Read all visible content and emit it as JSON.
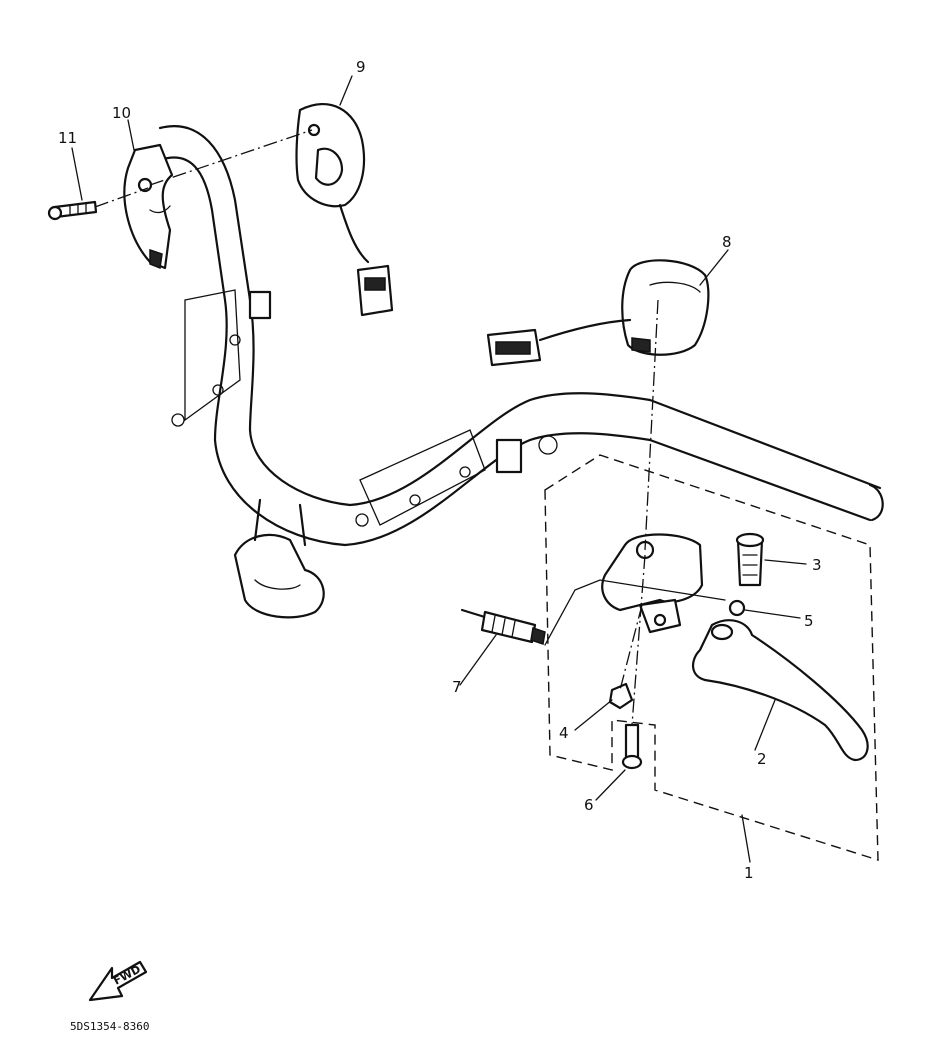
{
  "diagram": {
    "callouts": [
      {
        "id": "1",
        "label": "1"
      },
      {
        "id": "2",
        "label": "2"
      },
      {
        "id": "3",
        "label": "3"
      },
      {
        "id": "4",
        "label": "4"
      },
      {
        "id": "5",
        "label": "5"
      },
      {
        "id": "6",
        "label": "6"
      },
      {
        "id": "7",
        "label": "7"
      },
      {
        "id": "8",
        "label": "8"
      },
      {
        "id": "9",
        "label": "9"
      },
      {
        "id": "10",
        "label": "10"
      },
      {
        "id": "11",
        "label": "11"
      }
    ],
    "fwd_label": "FWD",
    "drawing_code": "5DS1354-8360"
  }
}
